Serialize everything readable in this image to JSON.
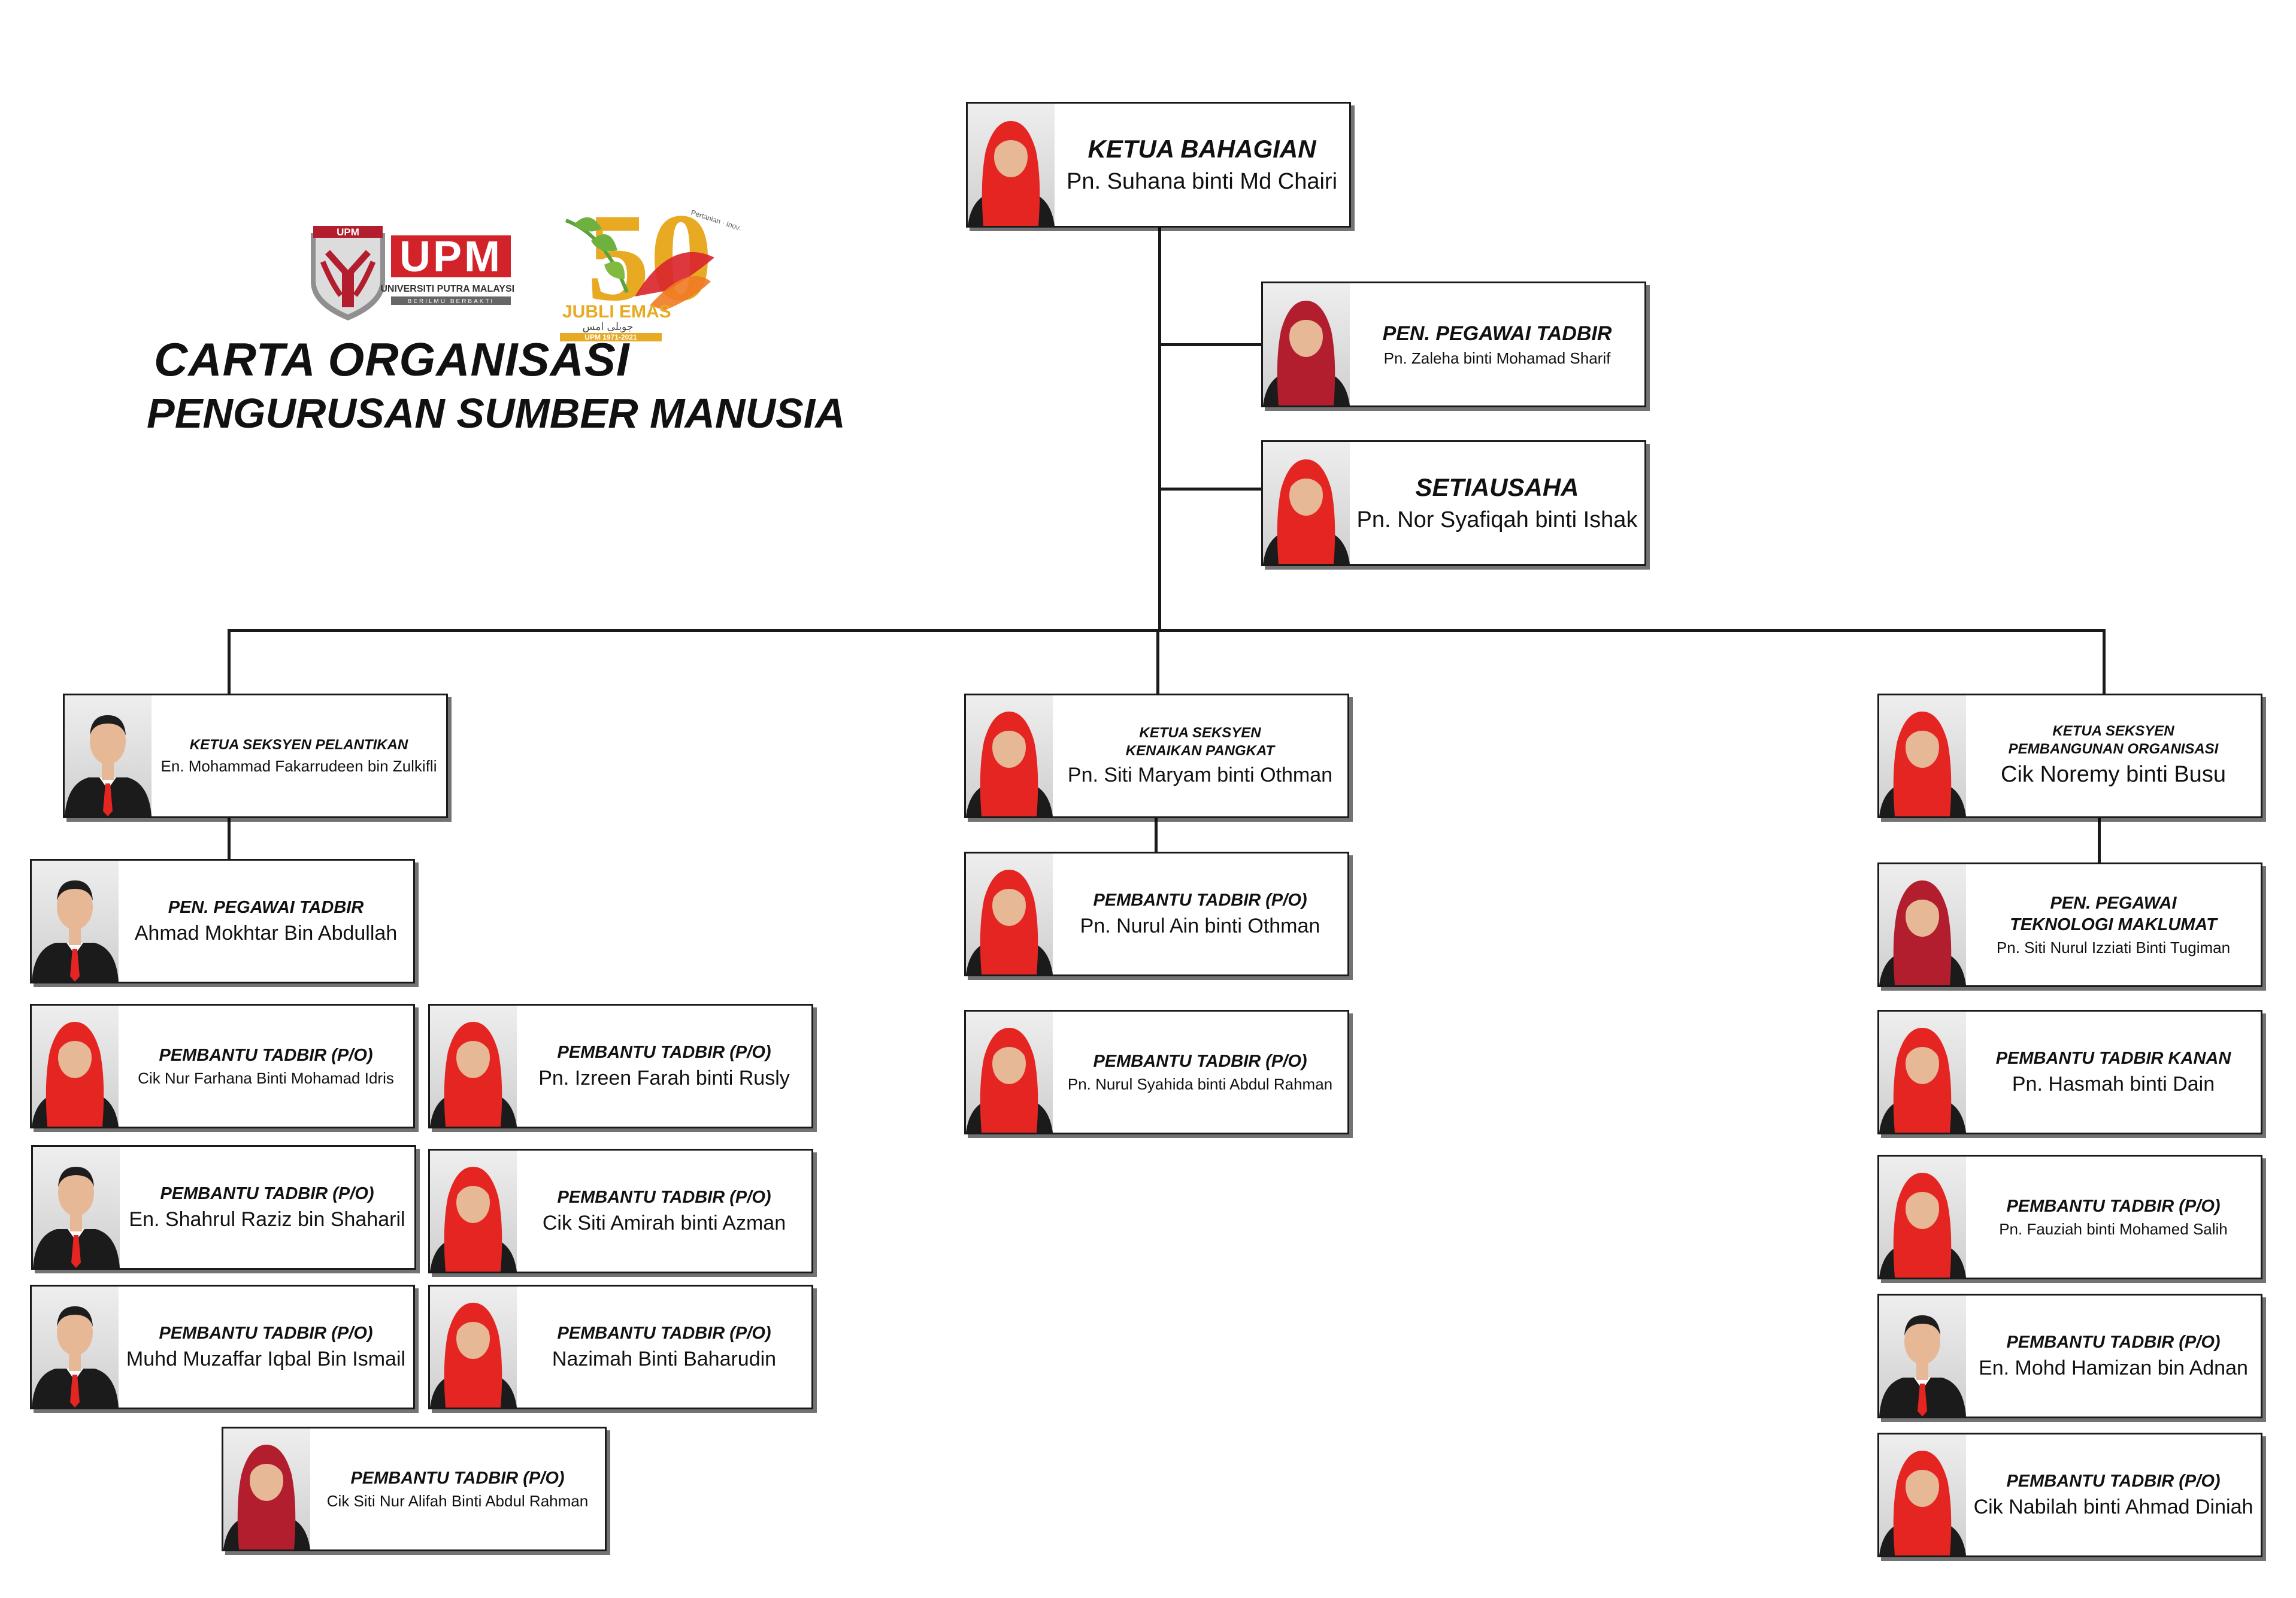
{
  "title": {
    "line1": "CARTA ORGANISASI",
    "line2": "PENGURUSAN SUMBER MANUSIA"
  },
  "logos": {
    "upm": {
      "mark": "UPM",
      "letters": "UPM",
      "subtitle": "UNIVERSITI PUTRA MALAYSIA",
      "motto": "BERILMU BERBAKTI"
    },
    "jubli": {
      "numeral": "50",
      "label": "JUBLI EMAS",
      "script": "جوبلي امس",
      "years": "UPM 1971-2021",
      "arc_text": "Pertanian · Inovasi · Kehidupan"
    }
  },
  "colors": {
    "red": "#e52521",
    "dark_red": "#b21e2e",
    "gold": "#e8a923",
    "suit": "#1b1b1b",
    "line": "#1a1a1a"
  },
  "nodes": [
    {
      "id": "ketua-bahagian",
      "role": [
        "KETUA BAHAGIAN"
      ],
      "name": "Pn. Suhana binti Md Chairi",
      "avatar": "hijab-red-icon"
    },
    {
      "id": "pen-pegawai-tadbir-top",
      "role": [
        "PEN. PEGAWAI TADBIR"
      ],
      "name": "Pn. Zaleha binti Mohamad Sharif",
      "avatar": "hijab-dark-red-icon"
    },
    {
      "id": "setiausaha",
      "role": [
        "SETIAUSAHA"
      ],
      "name": "Pn. Nor Syafiqah binti Ishak",
      "avatar": "hijab-red-icon"
    },
    {
      "id": "ketua-seksyen-pelantikan",
      "role": [
        "KETUA SEKSYEN PELANTIKAN"
      ],
      "name": "En. Mohammad Fakarrudeen bin Zulkifli",
      "avatar": "man-tie-icon"
    },
    {
      "id": "ketua-seksyen-kenaikan",
      "role": [
        "KETUA SEKSYEN",
        "KENAIKAN PANGKAT"
      ],
      "name": "Pn. Siti Maryam binti Othman",
      "avatar": "hijab-red-icon"
    },
    {
      "id": "ketua-seksyen-pembangunan",
      "role": [
        "KETUA SEKSYEN",
        "PEMBANGUNAN ORGANISASI"
      ],
      "name": "Cik Noremy binti Busu",
      "avatar": "hijab-red-icon"
    },
    {
      "id": "pen-pegawai-tadbir-ahmad",
      "role": [
        "PEN. PEGAWAI TADBIR"
      ],
      "name": "Ahmad Mokhtar Bin Abdullah",
      "avatar": "man-tie-icon"
    },
    {
      "id": "pt-farhana",
      "role": [
        "PEMBANTU TADBIR (P/O)"
      ],
      "name": "Cik Nur Farhana Binti Mohamad Idris",
      "avatar": "hijab-red-icon"
    },
    {
      "id": "pt-izreen",
      "role": [
        "PEMBANTU TADBIR (P/O)"
      ],
      "name": "Pn. Izreen Farah binti Rusly",
      "avatar": "hijab-red-icon"
    },
    {
      "id": "pt-shahrul",
      "role": [
        "PEMBANTU TADBIR (P/O)"
      ],
      "name": "En. Shahrul Raziz bin Shaharil",
      "avatar": "man-tie-icon"
    },
    {
      "id": "pt-amirah",
      "role": [
        "PEMBANTU TADBIR (P/O)"
      ],
      "name": "Cik Siti Amirah binti Azman",
      "avatar": "hijab-red-icon"
    },
    {
      "id": "pt-muzaffar",
      "role": [
        "PEMBANTU TADBIR (P/O)"
      ],
      "name": "Muhd Muzaffar Iqbal Bin Ismail",
      "avatar": "man-tie-icon"
    },
    {
      "id": "pt-nazimah",
      "role": [
        "PEMBANTU TADBIR (P/O)"
      ],
      "name": "Nazimah Binti Baharudin",
      "avatar": "hijab-red-icon"
    },
    {
      "id": "pt-alifah",
      "role": [
        "PEMBANTU TADBIR (P/O)"
      ],
      "name": "Cik Siti Nur Alifah Binti Abdul Rahman",
      "avatar": "hijab-dark-red-icon"
    },
    {
      "id": "pt-nurul-ain",
      "role": [
        "PEMBANTU TADBIR (P/O)"
      ],
      "name": "Pn. Nurul Ain binti Othman",
      "avatar": "hijab-red-icon"
    },
    {
      "id": "pt-syahida",
      "role": [
        "PEMBANTU TADBIR (P/O)"
      ],
      "name": "Pn. Nurul Syahida binti Abdul Rahman",
      "avatar": "hijab-red-icon"
    },
    {
      "id": "pen-pegawai-ti",
      "role": [
        "PEN. PEGAWAI",
        "TEKNOLOGI MAKLUMAT"
      ],
      "name": "Pn. Siti Nurul Izziati Binti Tugiman",
      "avatar": "hijab-dark-red-icon"
    },
    {
      "id": "pt-kanan-hasmah",
      "role": [
        "PEMBANTU TADBIR KANAN"
      ],
      "name": "Pn. Hasmah binti Dain",
      "avatar": "hijab-red-icon"
    },
    {
      "id": "pt-fauziah",
      "role": [
        "PEMBANTU TADBIR (P/O)"
      ],
      "name": "Pn. Fauziah binti Mohamed Salih",
      "avatar": "hijab-red-icon"
    },
    {
      "id": "pt-hamizan",
      "role": [
        "PEMBANTU TADBIR (P/O)"
      ],
      "name": "En. Mohd Hamizan bin Adnan",
      "avatar": "man-tie-icon"
    },
    {
      "id": "pt-nabilah",
      "role": [
        "PEMBANTU TADBIR (P/O)"
      ],
      "name": "Cik Nabilah binti Ahmad Diniah",
      "avatar": "hijab-red-icon"
    }
  ]
}
